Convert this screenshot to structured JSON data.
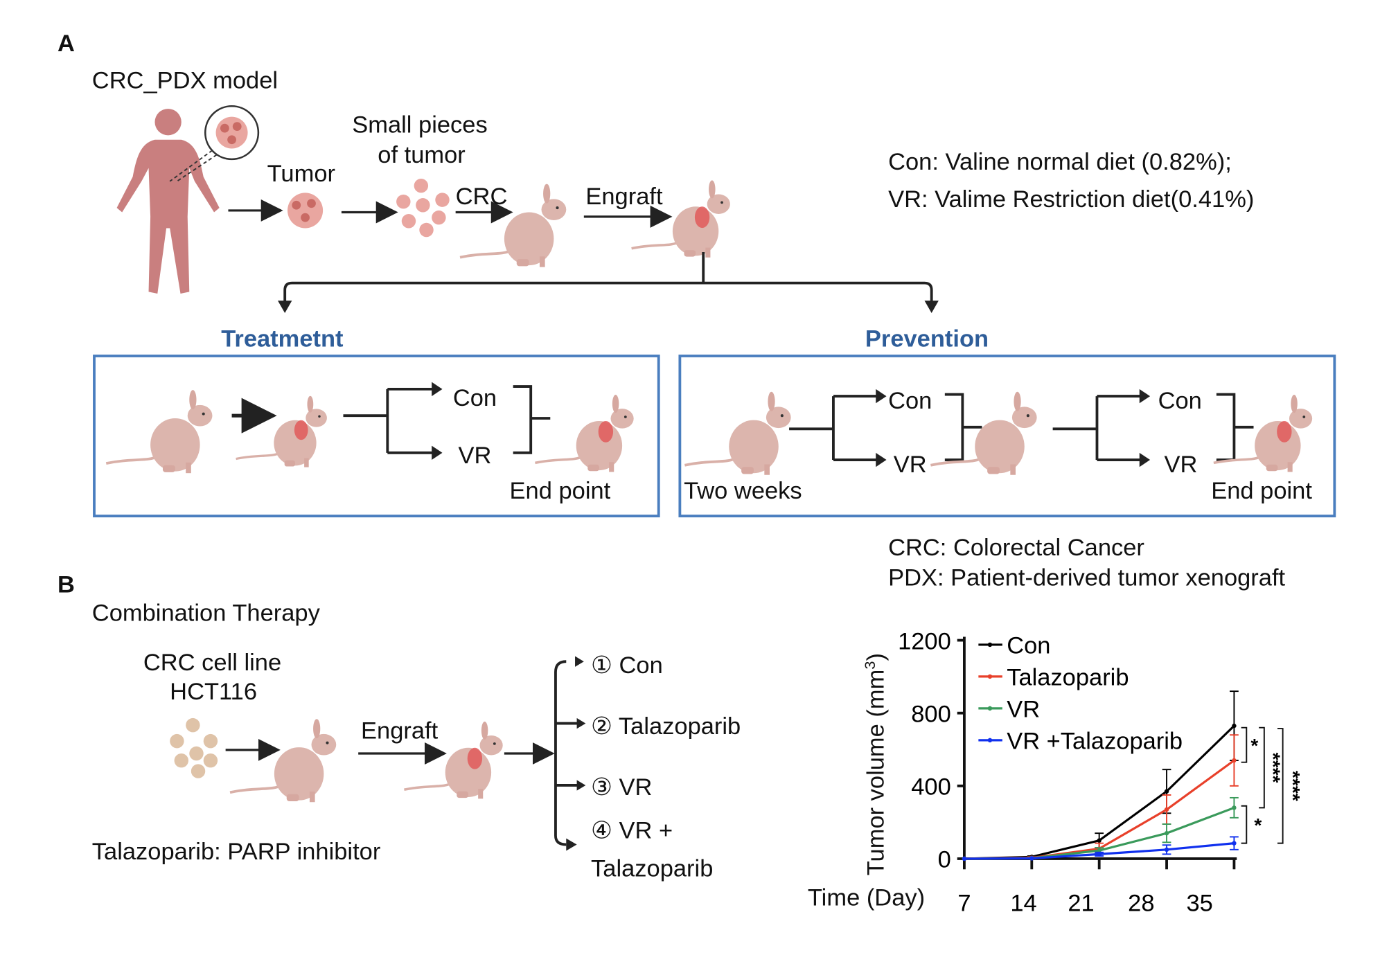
{
  "panel_a": {
    "label": "A",
    "model_title": "CRC_PDX model",
    "tumor": "Tumor",
    "small_pieces_line1": "Small pieces",
    "small_pieces_line2": "of tumor",
    "crc": "CRC",
    "engraft": "Engraft",
    "diet_con": "Con: Valine normal diet (0.82%);",
    "diet_vr": "VR: Valime Restriction diet(0.41%)",
    "treatment": {
      "title": "Treatmetnt",
      "con": "Con",
      "vr": "VR",
      "end": "End point"
    },
    "prevention": {
      "title": "Prevention",
      "con1": "Con",
      "vr1": "VR",
      "con2": "Con",
      "vr2": "VR",
      "start": "Two weeks",
      "end": "End point"
    },
    "abbrev_crc": "CRC: Colorectal Cancer",
    "abbrev_pdx": "PDX:  Patient-derived tumor xenograft"
  },
  "panel_b": {
    "label": "B",
    "title": "Combination Therapy",
    "cell_line1": "CRC cell line",
    "cell_line2": "HCT116",
    "engraft": "Engraft",
    "note": "Talazoparib: PARP inhibitor",
    "groups": [
      "① Con",
      "② Talazoparib",
      "③ VR",
      "④ VR +"
    ],
    "group4_line2": "Talazoparib"
  },
  "colors": {
    "box": "#4a7ebf",
    "title": "#2e5d99",
    "mouse": "#dcb5ad",
    "tumor": "#e05a5a",
    "human": "#c97f7f"
  },
  "chart_data": {
    "type": "line",
    "xlabel": "Time (Day)",
    "ylabel": "Tumor volume (mm³)",
    "ylabel_main": "Tumor volume (mm",
    "ylabel_sup": "3",
    "ylabel_close": ")",
    "x": [
      7,
      14,
      21,
      28,
      35
    ],
    "x_tick_labels": [
      "7",
      "14",
      "21",
      "28",
      "35"
    ],
    "ylim": [
      0,
      1200
    ],
    "y_ticks": [
      0,
      400,
      800,
      1200
    ],
    "y_tick_labels": [
      "0",
      "400",
      "800",
      "1200"
    ],
    "grid": false,
    "legend": "top-left",
    "series": [
      {
        "name": "Con",
        "color": "#000000",
        "values": [
          0,
          10,
          100,
          370,
          730
        ],
        "error": [
          0,
          5,
          40,
          120,
          190
        ]
      },
      {
        "name": "Talazoparib",
        "color": "#e8402a",
        "values": [
          0,
          5,
          55,
          270,
          540
        ],
        "error": [
          0,
          5,
          30,
          80,
          140
        ]
      },
      {
        "name": "VR",
        "color": "#3a9a5b",
        "values": [
          0,
          3,
          45,
          140,
          280
        ],
        "error": [
          0,
          3,
          15,
          50,
          55
        ]
      },
      {
        "name": "VR +Talazoparib",
        "color": "#1030ee",
        "values": [
          0,
          2,
          25,
          50,
          85
        ],
        "error": [
          0,
          2,
          10,
          25,
          35
        ]
      }
    ],
    "significance": [
      "*",
      "****",
      "*",
      "****"
    ]
  }
}
